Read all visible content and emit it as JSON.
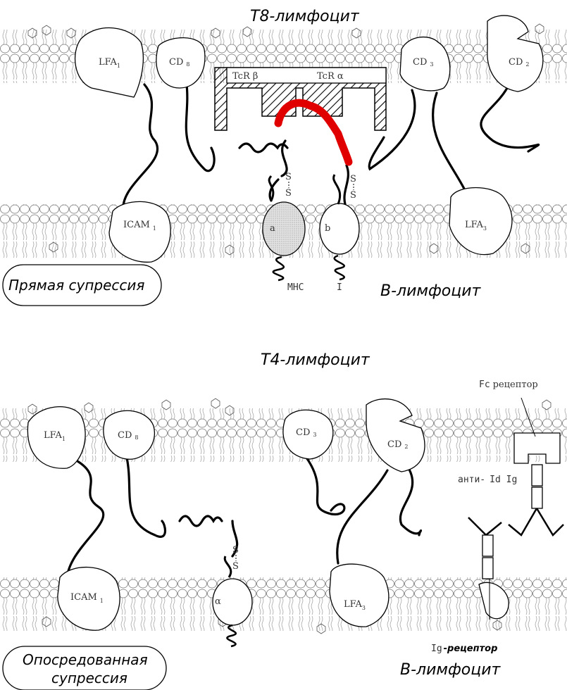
{
  "top": {
    "title": "T8-лимфоцит",
    "cell_bottom": "В-лимфоцит",
    "mode": "Прямая супрессия",
    "molecules": {
      "lfa1": "LFA",
      "lfa1_sub": "1",
      "cd8": "CD",
      "cd8_sub": "8",
      "cd3": "CD",
      "cd3_sub": "3",
      "cd2": "CD",
      "cd2_sub": "2",
      "icam1": "ICAM",
      "icam1_sub": "1",
      "lfa3": "LFA",
      "lfa3_sub": "3",
      "tcr_beta": "TcR β",
      "tcr_alpha": "TcR α",
      "mhc_a": "a",
      "mhc_b": "b",
      "mhc_label": "MHC",
      "mhc_class": "I",
      "ss": "S"
    }
  },
  "bottom": {
    "title": "T4-лимфоцит",
    "cell_bottom": "В-лимфоцит",
    "mode_line1": "Опосредованная",
    "mode_line2": "супрессия",
    "molecules": {
      "lfa1": "LFA",
      "lfa1_sub": "1",
      "cd8": "CD",
      "cd8_sub": "8",
      "cd3": "CD",
      "cd3_sub": "3",
      "cd2": "CD",
      "cd2_sub": "2",
      "icam1": "ICAM",
      "icam1_sub": "1",
      "lfa3": "LFA",
      "lfa3_sub": "3",
      "alpha": "α",
      "fc_mono": "Fc",
      "fc_word": "рецептор",
      "anti": "анти-",
      "id_ig": "Id Ig",
      "ig_mono": "Ig",
      "ig_word": "-рецептор",
      "ss": "S"
    }
  },
  "colors": {
    "peptide": "#e00000",
    "mhc_a_fill": "#d8d8d8",
    "line": "#000000"
  }
}
